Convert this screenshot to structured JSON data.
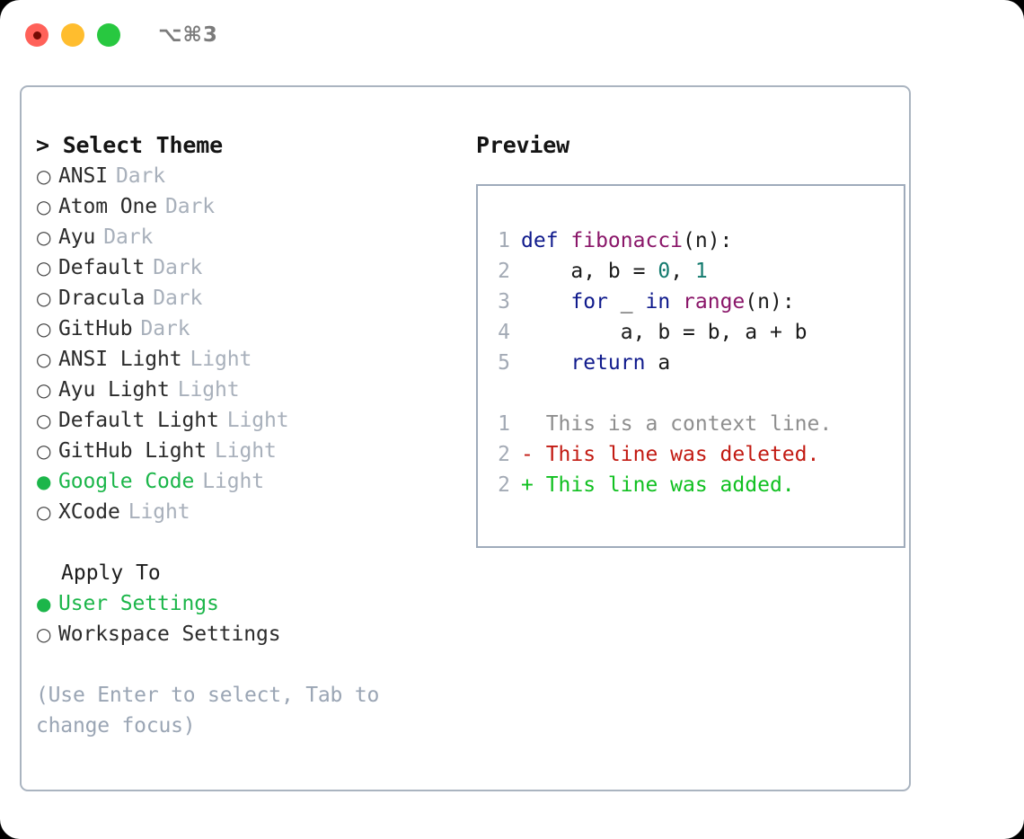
{
  "window": {
    "shortcut_label": "⌥⌘3",
    "traffic_lights": [
      "close-red",
      "minimize-yellow",
      "maximize-green"
    ]
  },
  "theme_list": {
    "header": "> Select Theme",
    "bullet_unselected": "○",
    "bullet_selected": "●",
    "items": [
      {
        "label": "ANSI",
        "kind": "Dark",
        "selected": false
      },
      {
        "label": "Atom One",
        "kind": "Dark",
        "selected": false
      },
      {
        "label": "Ayu",
        "kind": "Dark",
        "selected": false
      },
      {
        "label": "Default",
        "kind": "Dark",
        "selected": false
      },
      {
        "label": "Dracula",
        "kind": "Dark",
        "selected": false
      },
      {
        "label": "GitHub",
        "kind": "Dark",
        "selected": false
      },
      {
        "label": "ANSI Light",
        "kind": "Light",
        "selected": false
      },
      {
        "label": "Ayu Light",
        "kind": "Light",
        "selected": false
      },
      {
        "label": "Default Light",
        "kind": "Light",
        "selected": false
      },
      {
        "label": "GitHub Light",
        "kind": "Light",
        "selected": false
      },
      {
        "label": "Google Code",
        "kind": "Light",
        "selected": true
      },
      {
        "label": "XCode",
        "kind": "Light",
        "selected": false
      }
    ]
  },
  "apply_to": {
    "header": "Apply To",
    "items": [
      {
        "label": "User Settings",
        "selected": true
      },
      {
        "label": "Workspace Settings",
        "selected": false
      }
    ]
  },
  "hint": "(Use Enter to select, Tab to change focus)",
  "preview": {
    "title": "Preview",
    "code_lines": [
      {
        "no": "1",
        "tokens": [
          {
            "t": "def ",
            "c": "kw"
          },
          {
            "t": "fibonacci",
            "c": "fn"
          },
          {
            "t": "(n):",
            "c": "pln"
          }
        ]
      },
      {
        "no": "2",
        "tokens": [
          {
            "t": "    a, b = ",
            "c": "pln"
          },
          {
            "t": "0",
            "c": "num"
          },
          {
            "t": ", ",
            "c": "pln"
          },
          {
            "t": "1",
            "c": "num"
          }
        ]
      },
      {
        "no": "3",
        "tokens": [
          {
            "t": "    ",
            "c": "pln"
          },
          {
            "t": "for",
            "c": "kw"
          },
          {
            "t": " _ ",
            "c": "pln"
          },
          {
            "t": "in",
            "c": "kw"
          },
          {
            "t": " ",
            "c": "pln"
          },
          {
            "t": "range",
            "c": "fn"
          },
          {
            "t": "(n):",
            "c": "pln"
          }
        ]
      },
      {
        "no": "4",
        "tokens": [
          {
            "t": "        a, b = b, a + b",
            "c": "pln"
          }
        ]
      },
      {
        "no": "5",
        "tokens": [
          {
            "t": "    ",
            "c": "pln"
          },
          {
            "t": "return",
            "c": "kw"
          },
          {
            "t": " a",
            "c": "pln"
          }
        ]
      }
    ],
    "diff_lines": [
      {
        "no": "1",
        "text": "  This is a context line.",
        "c": "ctx"
      },
      {
        "no": "2",
        "text": "- This line was deleted.",
        "c": "del"
      },
      {
        "no": "2",
        "text": "+ This line was added.",
        "c": "add"
      }
    ]
  },
  "colors": {
    "accent_green": "#1cb64a",
    "muted_gray": "#a8b0bb",
    "hint_gray": "#9aa5b4",
    "panel_border": "#aab4c0",
    "keyword": "#0f1a8c",
    "function": "#8a1669",
    "number": "#137a6e",
    "diff_context": "#8e8e8e",
    "diff_deleted": "#c21a12",
    "diff_added": "#10c020"
  }
}
